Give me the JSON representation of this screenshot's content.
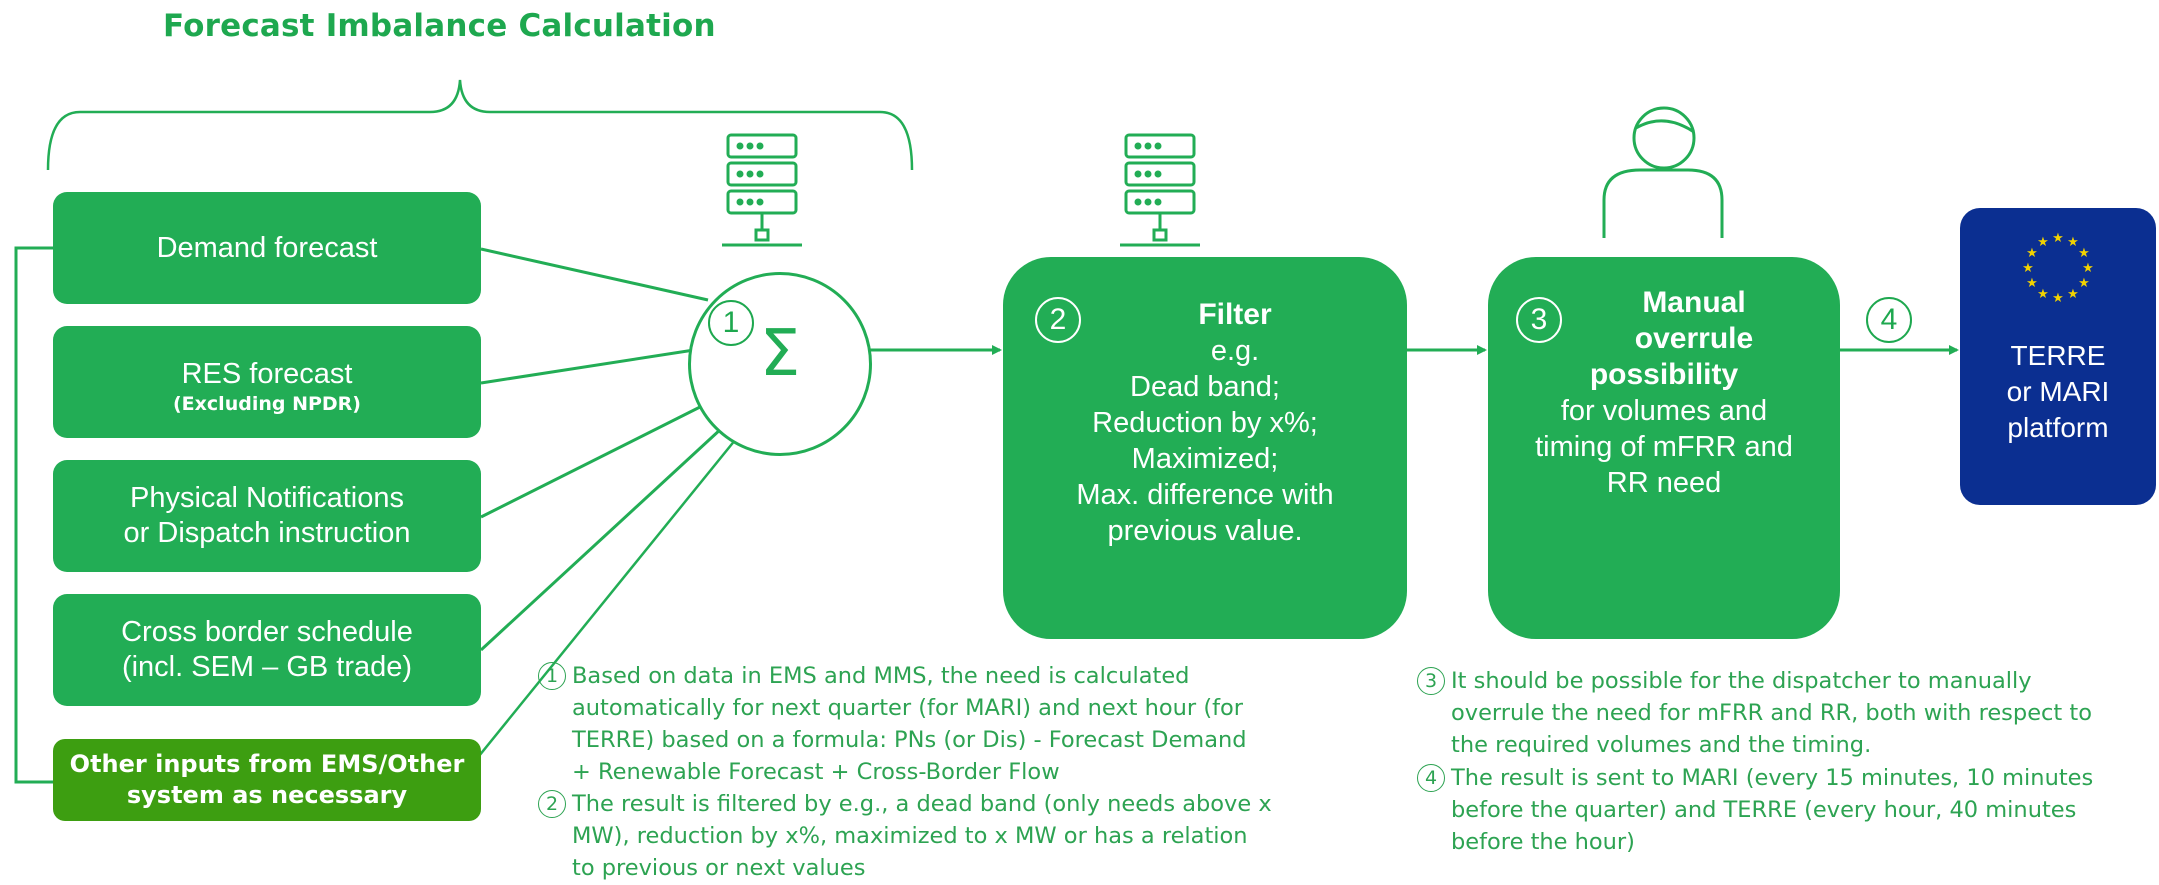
{
  "title": "Forecast Imbalance Calculation",
  "inputs": [
    {
      "label": "Demand forecast",
      "sub": ""
    },
    {
      "label": "RES forecast",
      "sub": "(Excluding NPDR)"
    },
    {
      "label": "Physical Notifications",
      "sub2": "or Dispatch instruction"
    },
    {
      "label": "Cross border schedule",
      "sub2": "(incl. SEM – GB trade)"
    }
  ],
  "other_input": {
    "line1": "Other inputs from EMS/Other",
    "line2": "system as necessary"
  },
  "sum": {
    "number": "1",
    "symbol": "Σ"
  },
  "filter": {
    "number": "2",
    "heading": "Filter",
    "lines": [
      "e.g.",
      "Dead band;",
      "Reduction by x%;",
      "Maximized;",
      "Max. difference with",
      "previous value."
    ]
  },
  "manual": {
    "number": "3",
    "heading_lines": [
      "Manual",
      "overrule",
      "possibility"
    ],
    "lines": [
      "for volumes and",
      "timing of mFRR and",
      "RR need"
    ]
  },
  "output": {
    "number": "4",
    "lines": [
      "TERRE",
      "or MARI",
      "platform"
    ]
  },
  "notes_left": {
    "n1": "1",
    "n1_lines": [
      "Based on data in EMS and MMS, the need is calculated",
      "automatically for next quarter (for MARI) and next hour (for",
      "TERRE) based on a formula: PNs (or Dis) - Forecast Demand",
      "+ Renewable Forecast + Cross-Border Flow"
    ],
    "n2": "2",
    "n2_lines": [
      "The result is filtered by e.g., a dead band (only needs above x",
      "MW), reduction by x%, maximized to x MW or has a relation",
      "to  previous or next values"
    ]
  },
  "notes_right": {
    "n3": "3",
    "n3_lines": [
      "It should be possible for the dispatcher to manually",
      "overrule the need for mFRR and RR, both with respect to",
      "the required volumes and the timing."
    ],
    "n4": "4",
    "n4_lines": [
      "The result is sent to MARI (every 15 minutes, 10 minutes",
      "before the quarter) and TERRE (every hour, 40 minutes",
      "before the hour)"
    ]
  },
  "colors": {
    "green": "#22ad55",
    "dark_green": "#3d9e11",
    "eu_blue": "#0b2f91",
    "star_yellow": "#f2d200"
  },
  "icons": [
    "server-icon",
    "person-icon",
    "eu-flag-icon"
  ]
}
